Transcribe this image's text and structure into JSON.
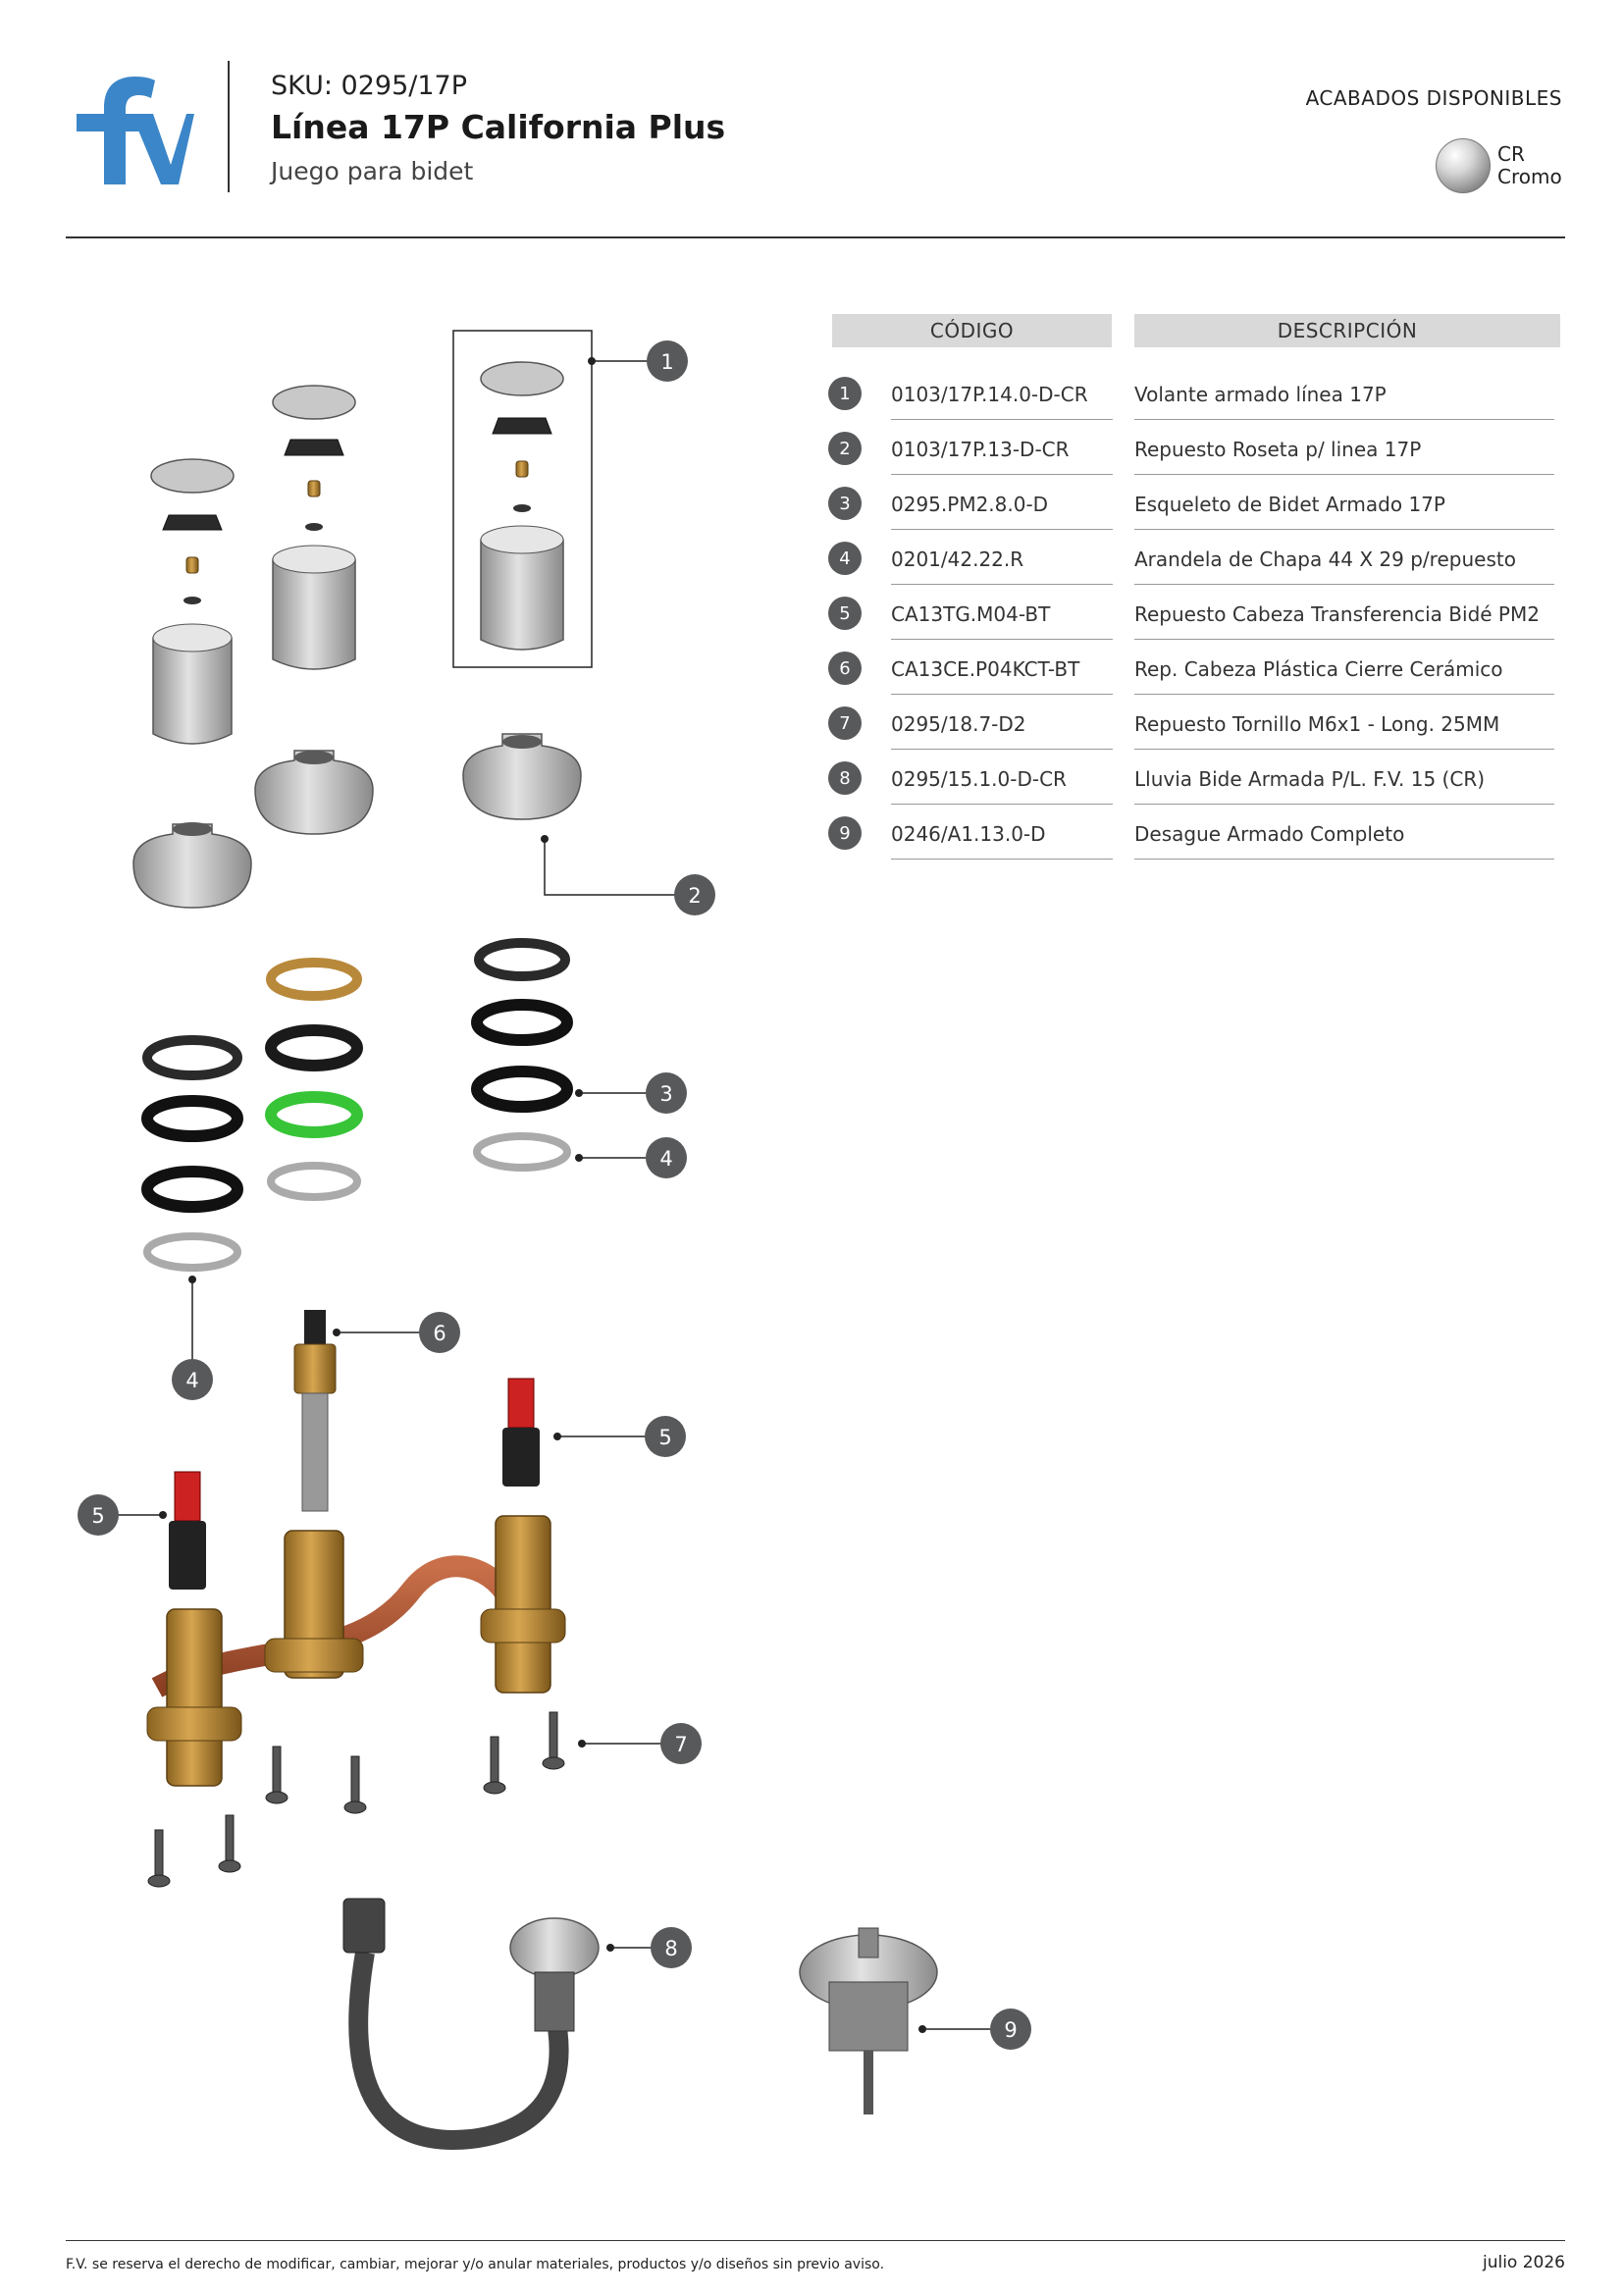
{
  "brand": {
    "logo_text": "fv",
    "color": "#3b86c8"
  },
  "header": {
    "sku": "SKU: 0295/17P",
    "title": "Línea 17P California Plus",
    "subtitle": "Juego para bidet"
  },
  "finishes": {
    "title": "ACABADOS DISPONIBLES",
    "items": [
      {
        "code": "CR",
        "name": "Cromo"
      }
    ]
  },
  "table": {
    "headers": {
      "code": "CÓDIGO",
      "description": "DESCRIPCIÓN"
    },
    "rows": [
      {
        "num": "1",
        "code": "0103/17P.14.0-D-CR",
        "description": "Volante armado línea 17P"
      },
      {
        "num": "2",
        "code": "0103/17P.13-D-CR",
        "description": "Repuesto Roseta p/ linea 17P"
      },
      {
        "num": "3",
        "code": "0295.PM2.8.0-D",
        "description": "Esqueleto de Bidet Armado 17P"
      },
      {
        "num": "4",
        "code": "0201/42.22.R",
        "description": "Arandela de Chapa 44 X 29 p/repuesto"
      },
      {
        "num": "5",
        "code": "CA13TG.M04-BT",
        "description": "Repuesto Cabeza Transferencia Bidé PM2"
      },
      {
        "num": "6",
        "code": "CA13CE.P04KCT-BT",
        "description": "Rep. Cabeza Plástica Cierre Cerámico"
      },
      {
        "num": "7",
        "code": "0295/18.7-D2",
        "description": "Repuesto Tornillo M6x1 - Long. 25MM"
      },
      {
        "num": "8",
        "code": "0295/15.1.0-D-CR",
        "description": "Lluvia Bide Armada P/L. F.V. 15 (CR)"
      },
      {
        "num": "9",
        "code": "0246/A1.13.0-D",
        "description": "Desague Armado Completo"
      }
    ]
  },
  "callouts": [
    "1",
    "2",
    "3",
    "4",
    "4",
    "6",
    "5",
    "5",
    "7",
    "8",
    "9"
  ],
  "footer": {
    "disclaimer": "F.V. se reserva el derecho de modificar, cambiar, mejorar y/o anular materiales, productos y/o diseños sin previo aviso.",
    "date": "julio 2026"
  }
}
